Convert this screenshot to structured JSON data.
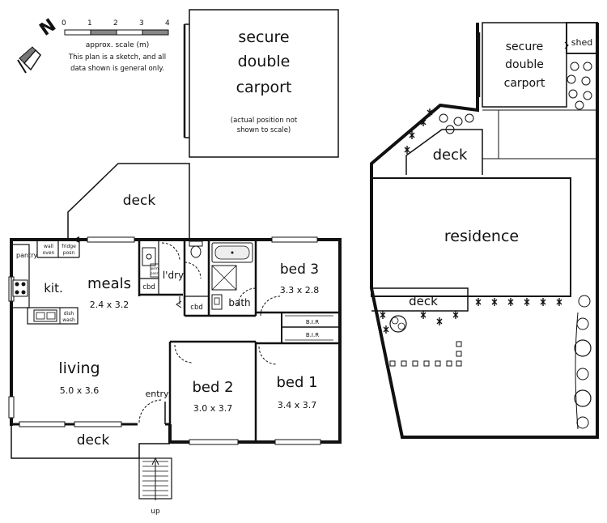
{
  "scale": {
    "ticks": [
      "0",
      "1",
      "2",
      "3",
      "4"
    ],
    "caption_lines": [
      "approx. scale (m)",
      "This plan is a sketch, and all",
      "data shown is general only."
    ],
    "north_letter": "N"
  },
  "carport_top": {
    "lines": [
      "secure",
      "double",
      "carport"
    ],
    "note_lines": [
      "(actual position not",
      "shown to scale)"
    ]
  },
  "floorplan": {
    "deck_top": "deck",
    "pantry": "pantry",
    "wall_oven_lines": [
      "wall",
      "oven"
    ],
    "fridge_lines": [
      "fridge",
      "posn"
    ],
    "kit": "kit.",
    "dish_lines": [
      "dish",
      "wash"
    ],
    "meals": {
      "name": "meals",
      "size": "2.4 x 3.2"
    },
    "cbd_left": "cbd",
    "ldry": "l'dry",
    "wm_lines": [
      "w/m",
      "posn"
    ],
    "cbd_mid": "cbd",
    "bath": "bath",
    "bed3": {
      "name": "bed 3",
      "size": "3.3 x 2.8"
    },
    "bir_top": "B.I.R",
    "bir_bottom": "B.I.R",
    "living": {
      "name": "living",
      "size": "5.0 x 3.6"
    },
    "entry": "entry",
    "bed2": {
      "name": "bed 2",
      "size": "3.0 x 3.7"
    },
    "bed1": {
      "name": "bed 1",
      "size": "3.4 x 3.7"
    },
    "deck_bottom": "deck",
    "up": "up"
  },
  "siteplan": {
    "carport_lines": [
      "secure",
      "double",
      "carport"
    ],
    "shed": "shed",
    "deck_top": "deck",
    "residence": "residence",
    "deck_bottom": "deck"
  }
}
